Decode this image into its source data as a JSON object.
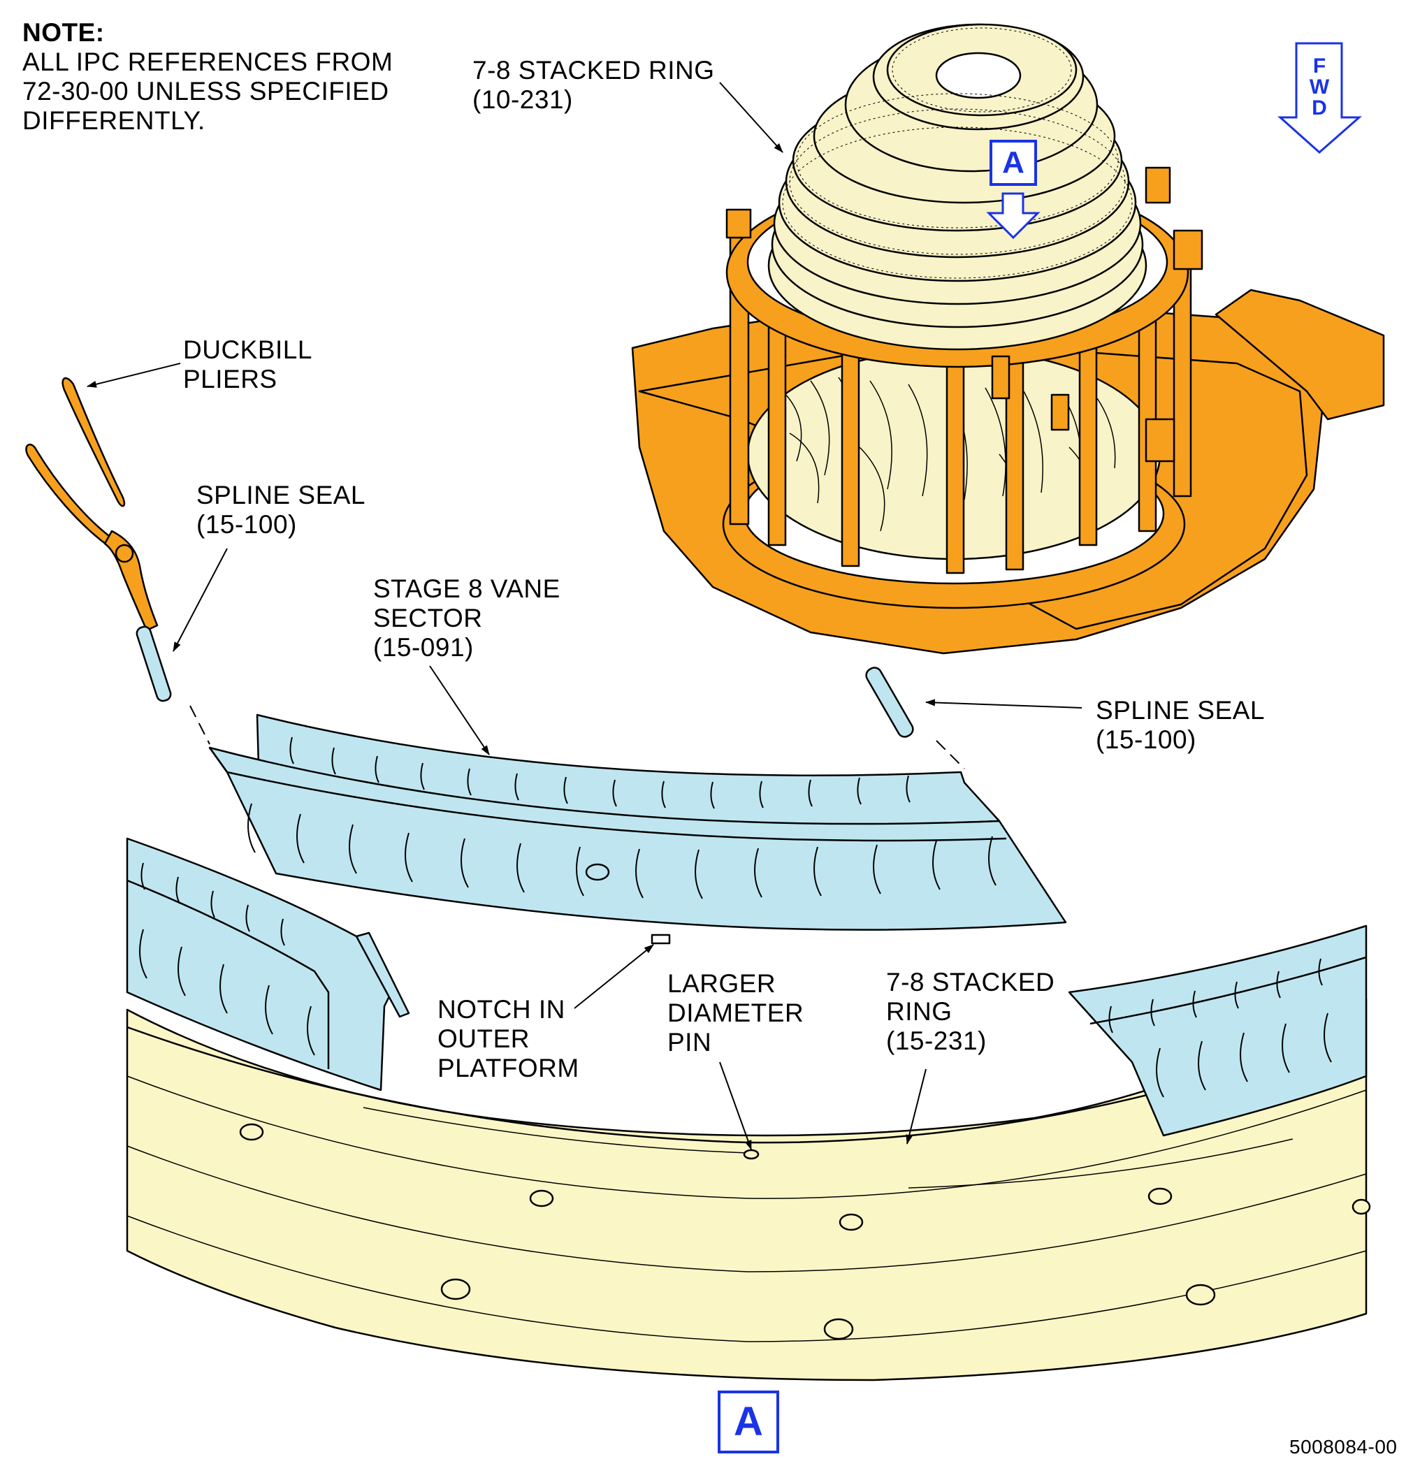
{
  "note": {
    "heading": "NOTE:",
    "lines": [
      "ALL IPC REFERENCES FROM",
      "72-30-00 UNLESS SPECIFIED",
      "DIFFERENTLY."
    ]
  },
  "labels": {
    "stacked_ring_top": [
      "7-8 STACKED RING",
      "(10-231)"
    ],
    "duckbill_pliers": [
      "DUCKBILL",
      "PLIERS"
    ],
    "spline_seal_left": [
      "SPLINE SEAL",
      "(15-100)"
    ],
    "vane_sector": [
      "STAGE 8 VANE",
      "SECTOR",
      "(15-091)"
    ],
    "spline_seal_right": [
      "SPLINE SEAL",
      "(15-100)"
    ],
    "notch": [
      "NOTCH IN",
      "OUTER",
      "PLATFORM"
    ],
    "larger_pin": [
      "LARGER",
      "DIAMETER",
      "PIN"
    ],
    "stacked_ring_bottom": [
      "7-8 STACKED",
      "RING",
      "(15-231)"
    ]
  },
  "fwd": [
    "F",
    "W",
    "D"
  ],
  "view_ref_top": "A",
  "view_ref_bottom": "A",
  "figure_number": "5008084-00",
  "colors": {
    "fixture_orange": "#f7a01e",
    "vane_blue": "#bfe6f0",
    "ring_cream": "#fbf6c6",
    "engine_cream": "#f8f3c8",
    "annotation_blue": "#1a33e6"
  }
}
